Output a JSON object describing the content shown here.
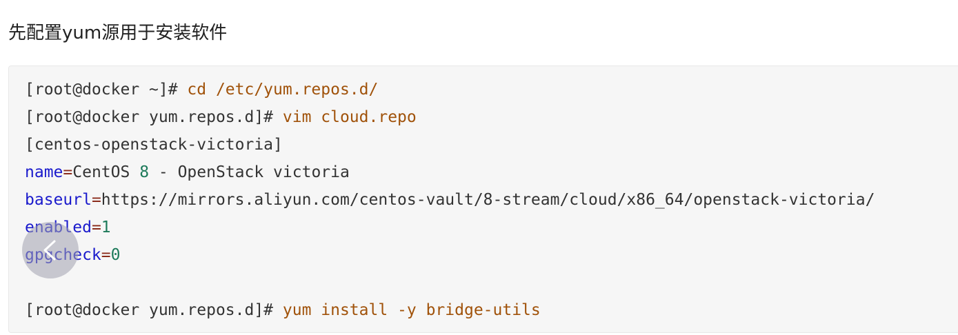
{
  "heading": "先配置yum源用于安装软件",
  "code": {
    "line1": {
      "prompt": "[root@docker ~]# ",
      "cmd": "cd /etc/yum.repos.d/"
    },
    "line2": {
      "prompt": "[root@docker yum.repos.d]# ",
      "cmd": "vim cloud.repo"
    },
    "line3": {
      "text": "[centos-openstack-victoria]"
    },
    "line4": {
      "key": "name",
      "eq": "=",
      "value_a": "CentOS ",
      "num": "8",
      "value_b": " - OpenStack victoria"
    },
    "line5": {
      "key": "baseurl",
      "eq": "=",
      "value": "https://mirrors.aliyun.com/centos-vault/8-stream/cloud/x86_64/openstack-victoria/"
    },
    "line6": {
      "key": "enabled",
      "eq": "=",
      "num": "1"
    },
    "line7": {
      "key": "gpgcheck",
      "eq": "=",
      "num": "0"
    },
    "line9": {
      "prompt": "[root@docker yum.repos.d]# ",
      "cmd": "yum install -y bridge-utils"
    }
  },
  "icons": {
    "prev": "chevron-left-icon"
  }
}
